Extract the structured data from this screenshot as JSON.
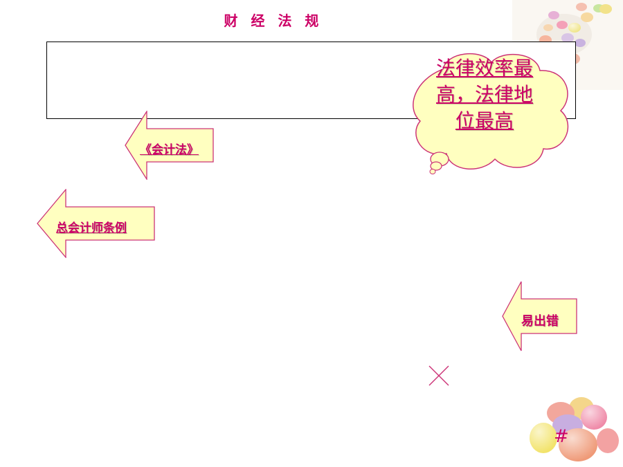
{
  "slide": {
    "title": "财 经 法 规",
    "page_number": "#"
  },
  "colors": {
    "accent": "#cc0066",
    "shape_fill": "#ffffc0",
    "shape_stroke": "#cc3377"
  },
  "callout": {
    "text": "法律效率最高，法律地位最高"
  },
  "arrows": [
    {
      "label": "《会计法》"
    },
    {
      "label": "总会计师条例"
    },
    {
      "label": "易出错"
    }
  ],
  "icons": [
    "close-icon",
    "candy-eggs-top-decoration",
    "candy-eggs-bottom-decoration"
  ]
}
